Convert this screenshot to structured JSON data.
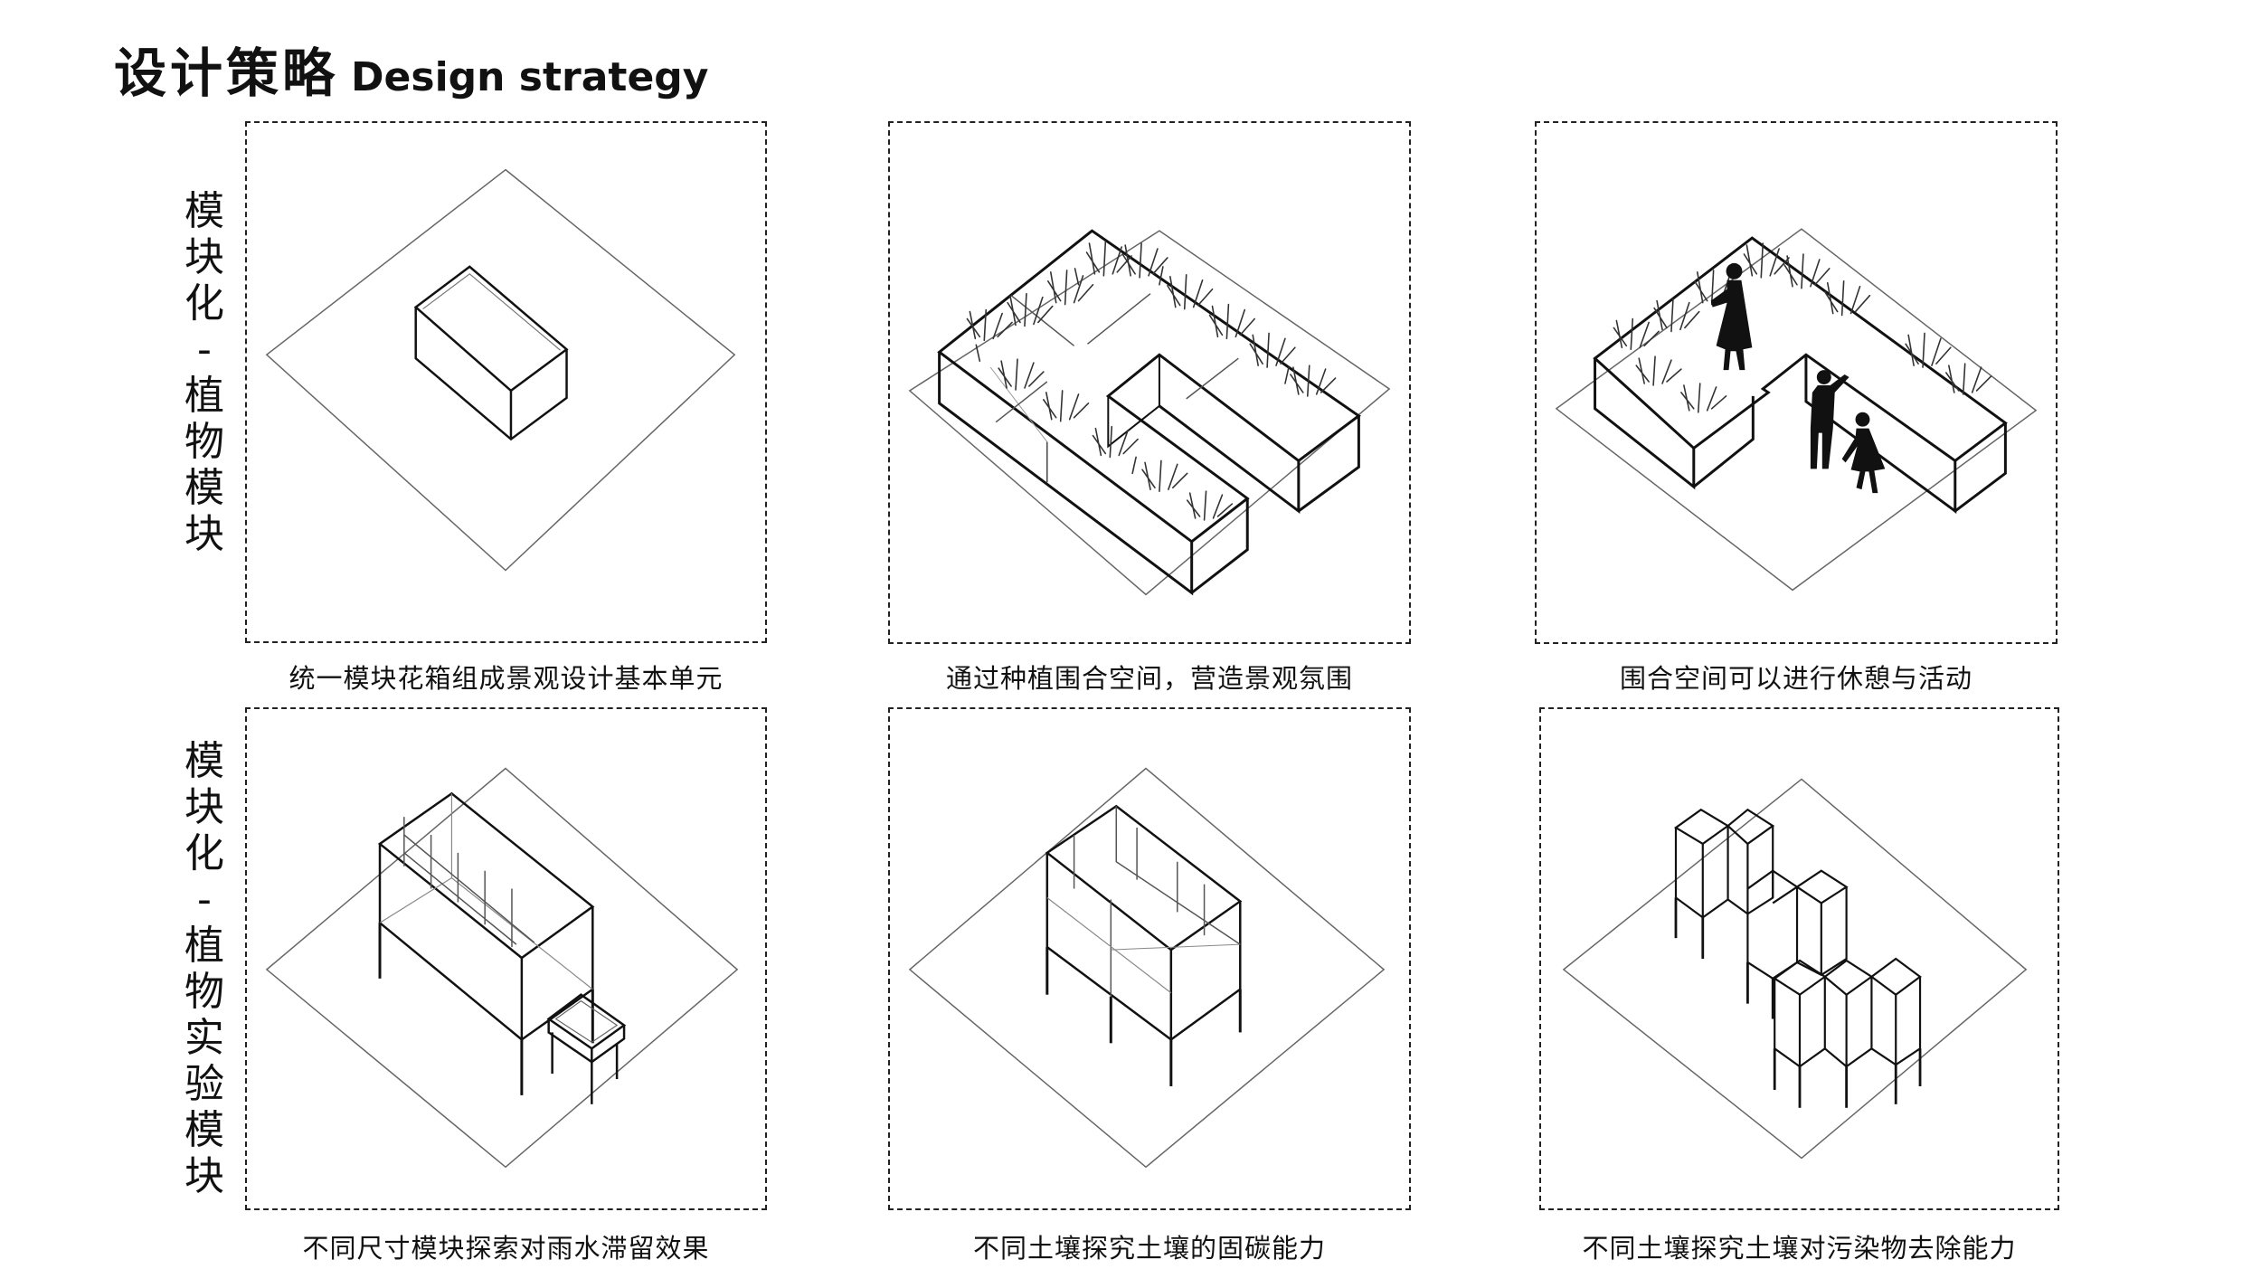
{
  "title": {
    "zh": "设计策略",
    "en": "Design strategy"
  },
  "row_labels": [
    {
      "chars": [
        "模",
        "块",
        "化",
        "-",
        "植",
        "物",
        "模",
        "块"
      ]
    },
    {
      "chars": [
        "模",
        "块",
        "化",
        "-",
        "植",
        "物",
        "实",
        "验",
        "模",
        "块"
      ]
    }
  ],
  "captions": {
    "p1": "统一模块花箱组成景观设计基本单元",
    "p2": "通过种植围合空间，营造景观氛围",
    "p3": "围合空间可以进行休憩与活动",
    "p4": "不同尺寸模块探索对雨水滞留效果",
    "p5": "不同土壤探究土壤的固碳能力",
    "p6": "不同土壤探究土壤对污染物去除能力"
  }
}
